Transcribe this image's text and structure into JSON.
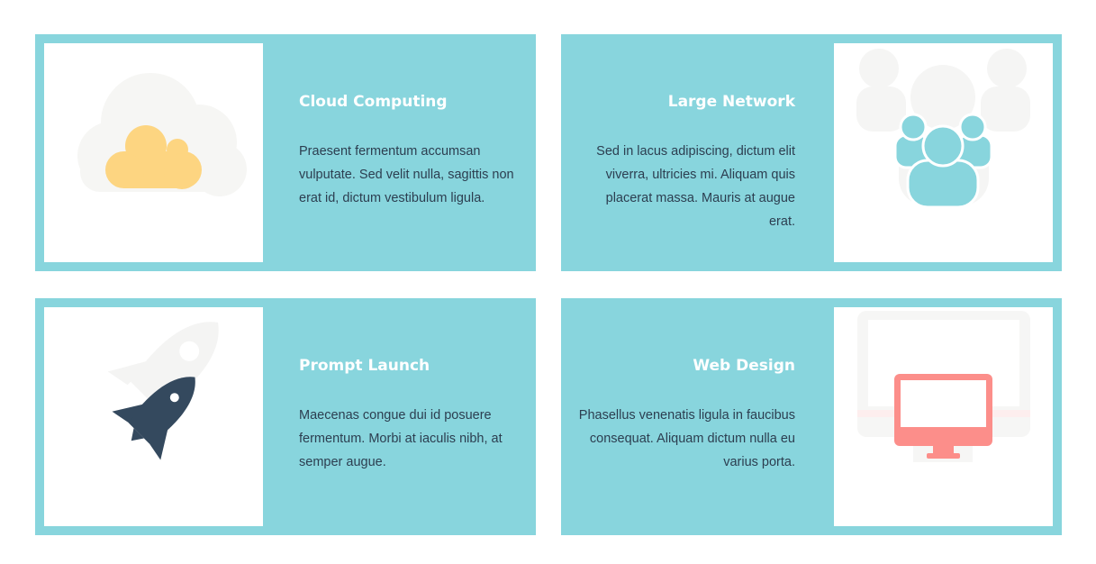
{
  "colors": {
    "card_background": "#88d5dd",
    "title_text": "#ffffff",
    "body_text": "#2c3e50",
    "cloud": "#fdd581",
    "network": "#88d5dd",
    "rocket": "#34495e",
    "monitor": "#fc8e8a"
  },
  "cards": [
    {
      "title": "Cloud Computing",
      "description": "Praesent fermentum accumsan vulputate. Sed velit nulla, sagittis non erat id, dictum vestibulum ligula.",
      "icon": "cloud-icon"
    },
    {
      "title": "Large Network",
      "description": "Sed in lacus adipiscing, dictum elit viverra, ultricies mi. Aliquam quis placerat massa. Mauris at augue erat.",
      "icon": "users-group-icon"
    },
    {
      "title": "Prompt Launch",
      "description": "Maecenas congue dui id posuere fermentum. Morbi at iaculis nibh, at semper augue.",
      "icon": "rocket-icon"
    },
    {
      "title": "Web Design",
      "description": "Phasellus venenatis ligula in faucibus consequat. Aliquam dictum nulla eu varius porta.",
      "icon": "monitor-icon"
    }
  ]
}
